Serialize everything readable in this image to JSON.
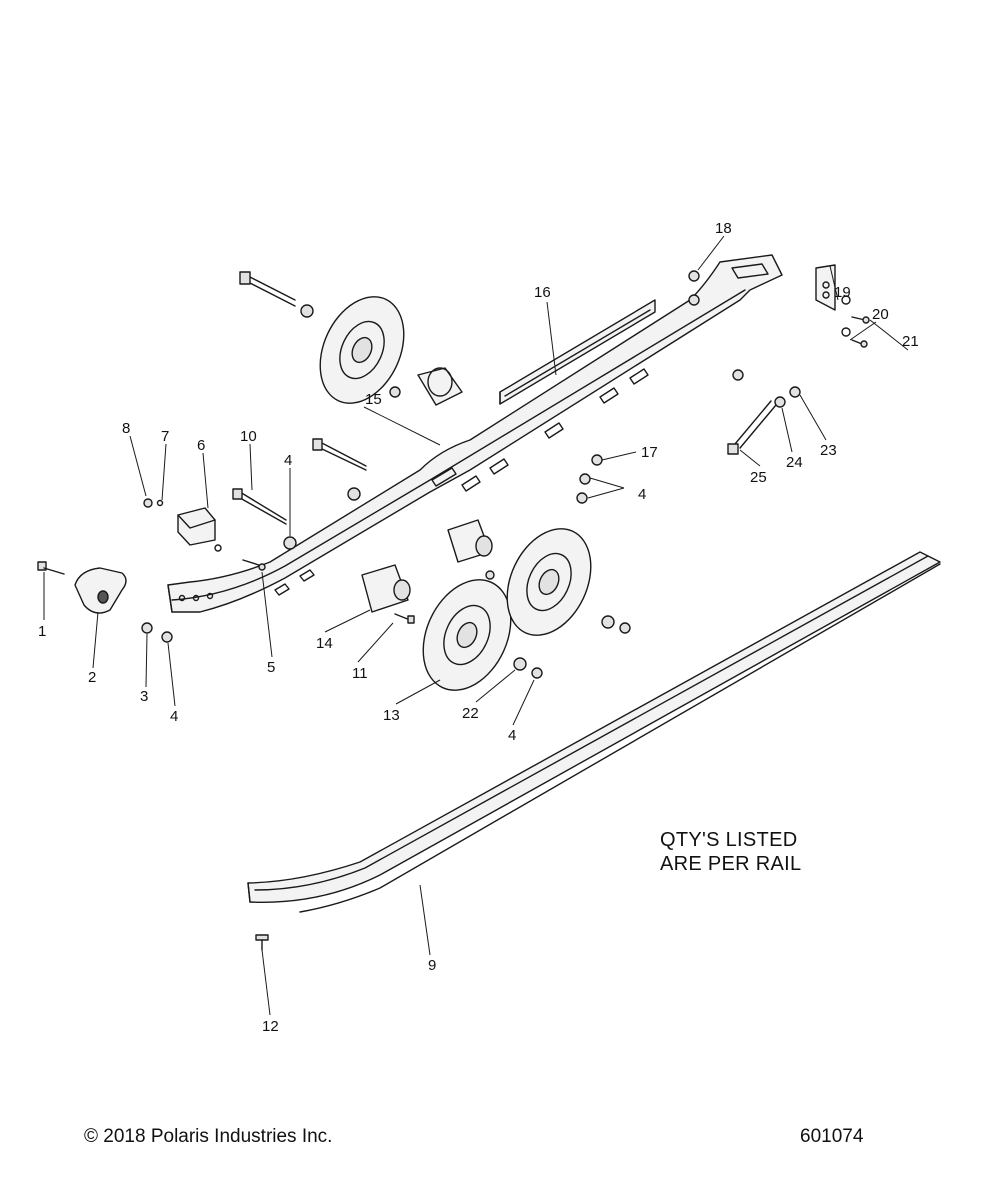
{
  "diagram": {
    "callouts": [
      "1",
      "2",
      "3",
      "4",
      "5",
      "6",
      "7",
      "8",
      "9",
      "10",
      "11",
      "12",
      "13",
      "14",
      "15",
      "16",
      "17",
      "18",
      "19",
      "20",
      "21",
      "22",
      "23",
      "24",
      "25"
    ],
    "note_lines": [
      "QTY'S LISTED",
      "ARE PER RAIL"
    ],
    "copyright": "© 2018 Polaris Industries Inc.",
    "figure_number": "601074"
  }
}
